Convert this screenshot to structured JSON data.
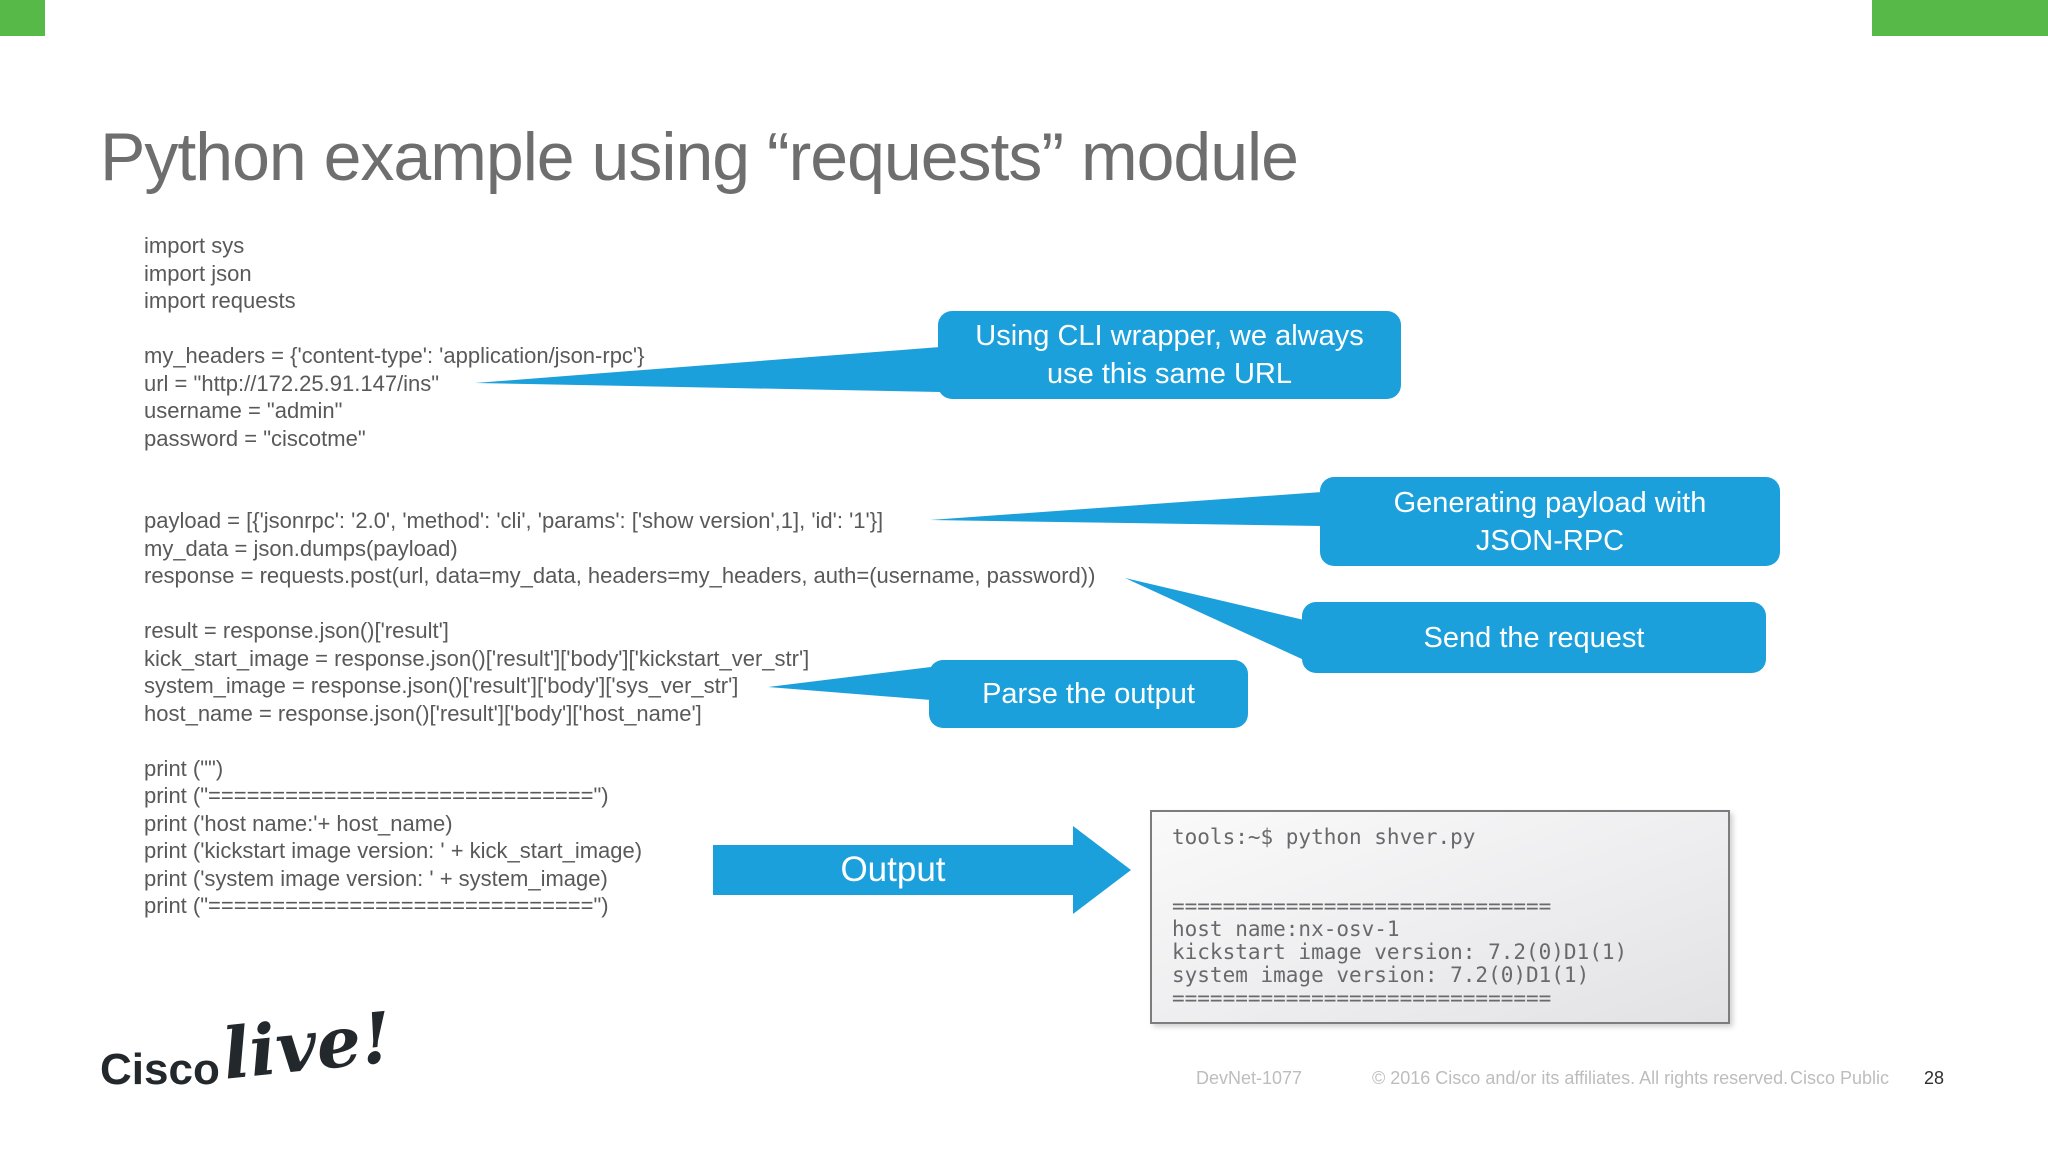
{
  "slide": {
    "title": "Python example using “requests” module",
    "code_lines": [
      "import sys",
      "import json",
      "import requests",
      "",
      "my_headers = {'content-type': 'application/json-rpc'}",
      "url = \"http://172.25.91.147/ins\"",
      "username = \"admin\"",
      "password = \"ciscotme\"",
      "",
      "",
      "payload = [{'jsonrpc': '2.0', 'method': 'cli', 'params': ['show version',1], 'id': '1'}]",
      "my_data = json.dumps(payload)",
      "response = requests.post(url, data=my_data, headers=my_headers, auth=(username, password))",
      "",
      "result = response.json()['result']",
      "kick_start_image = response.json()['result']['body']['kickstart_ver_str']",
      "system_image = response.json()['result']['body']['sys_ver_str']",
      "host_name = response.json()['result']['body']['host_name']",
      "",
      "print (\"\")",
      "print (\"==============================\")",
      "print ('host name:'+ host_name)",
      "print ('kickstart image version: ' + kick_start_image)",
      "print ('system image version: ' + system_image)",
      "print (\"==============================\")"
    ],
    "callouts": {
      "cli_wrapper": "Using CLI wrapper, we always use this same URL",
      "payload": "Generating payload with JSON-RPC",
      "send": "Send the request",
      "parse": "Parse the output"
    },
    "output_label": "Output",
    "terminal_lines": [
      "tools:~$ python shver.py",
      "",
      "",
      "==============================",
      "host name:nx-osv-1",
      "kickstart image version: 7.2(0)D1(1)",
      "system image version: 7.2(0)D1(1)",
      "=============================="
    ],
    "logo": {
      "cisco": "Cisco",
      "live": "live!"
    },
    "footer": {
      "session_id": "DevNet-1077",
      "copyright": "© 2016  Cisco and/or its affiliates. All rights reserved.",
      "classification": "Cisco Public",
      "page_number": "28"
    },
    "colors": {
      "accent_blue": "#1BA0DC",
      "accent_green": "#57B947",
      "title_gray": "#6E6E6E",
      "code_gray": "#595959"
    }
  }
}
